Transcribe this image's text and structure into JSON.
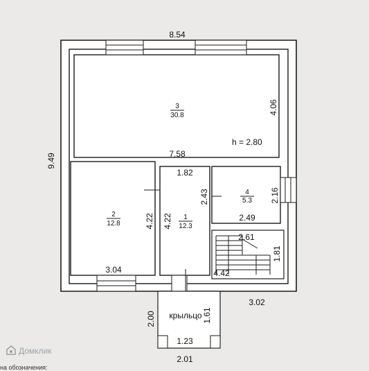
{
  "dimensions": {
    "top_width": "8.54",
    "left_height": "9.49",
    "room3_height": "4.06",
    "ceiling": "h = 2.80",
    "inner_width": "7.58",
    "room1_width": "1.82",
    "room4_height_left": "2.43",
    "room4_height_right": "2.16",
    "room4_width": "2.49",
    "room2_height": "4.22",
    "room1_height": "4.22",
    "stair_width": "2.61",
    "stair_height": "1.81",
    "stair_bottom": "4.42",
    "room2_width": "3.04",
    "right_bottom": "3.02",
    "porch_height": "2.00",
    "porch_side": "1.61",
    "porch_width": "1.23",
    "porch_outer": "2.01"
  },
  "rooms": [
    {
      "number": "3",
      "area": "30.8"
    },
    {
      "number": "2",
      "area": "12.8"
    },
    {
      "number": "1",
      "area": "12.3"
    },
    {
      "number": "4",
      "area": "5.3"
    }
  ],
  "porch_label": "крыльцо",
  "watermark": "Домклик",
  "bottom_text": "на обозначения:"
}
